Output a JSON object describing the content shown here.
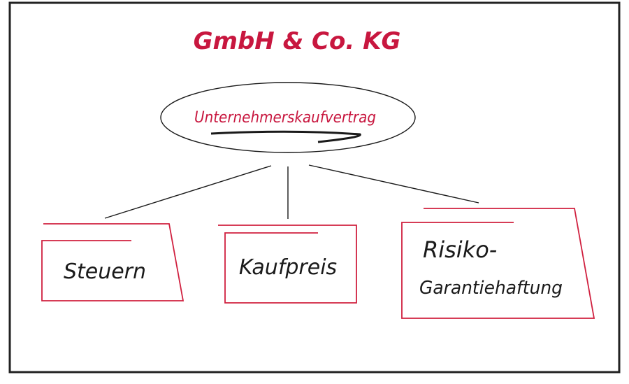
{
  "title": "GmbH & Co. KG",
  "center_node": "Unternehmerskaufvertrag",
  "children": [
    {
      "label": "Steuern"
    },
    {
      "label": "Kaufpreis"
    },
    {
      "label_line1": "Risiko-",
      "label_line2": "Garantiehaftung"
    }
  ],
  "colors": {
    "accent": "#c8173f",
    "ink": "#1a1a1a",
    "frame": "#222222"
  }
}
